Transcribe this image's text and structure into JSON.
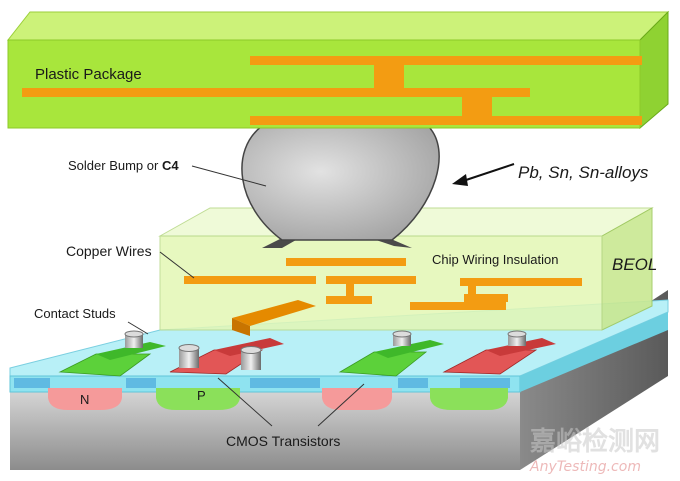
{
  "labels": {
    "plastic_package": "Plastic Package",
    "solder_bump_prefix": "Solder Bump or ",
    "solder_bump_c4": "C4",
    "alloys": "Pb, Sn, Sn-alloys",
    "copper_wires": "Copper Wires",
    "chip_wiring_insulation": "Chip Wiring Insulation",
    "beol": "BEOL",
    "contact_studs": "Contact Studs",
    "n_well": "N",
    "p_well": "P",
    "cmos_transistors": "CMOS Transistors"
  },
  "watermark": {
    "cn": "嘉峪检测网",
    "en": "AnyTesting.com"
  },
  "colors": {
    "package": "#a8e63c",
    "package_top": "#ccf279",
    "wiring": "#f39c12",
    "insulation": "#e3f7b5",
    "solder": "#c8c8c8",
    "oxide": "#8fe3f0",
    "n_well": "#f59a9a",
    "p_well": "#8be05a",
    "gate_red": "#d84040",
    "substrate": "#aaaaaa"
  }
}
